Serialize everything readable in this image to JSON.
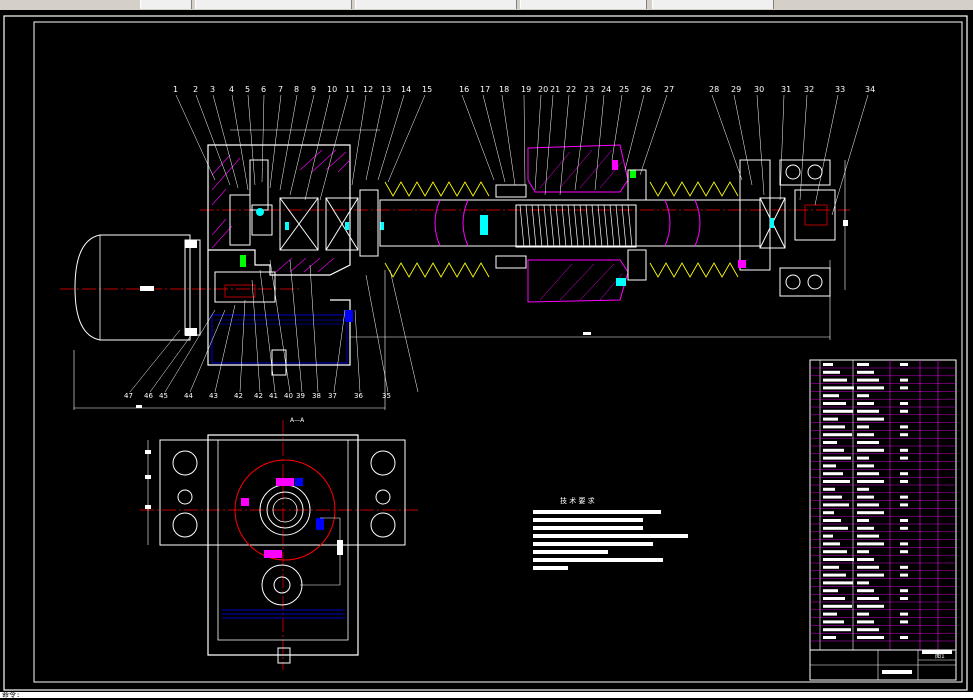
{
  "app": {
    "status_text": "命令:"
  },
  "colors": {
    "background": "#000000",
    "line_white": "#ffffff",
    "line_red": "#ff0000",
    "line_magenta": "#ff00ff",
    "line_cyan": "#00ffff",
    "line_blue": "#0000ff",
    "line_yellow": "#ffff00",
    "line_green": "#00ff00"
  },
  "drawing": {
    "balloon_labels_top": [
      "1",
      "2",
      "3",
      "4",
      "5",
      "6",
      "7",
      "8",
      "9",
      "10",
      "11",
      "12",
      "13",
      "14",
      "15",
      "16",
      "17",
      "18",
      "19",
      "20",
      "21",
      "22",
      "23",
      "24",
      "25",
      "26",
      "27",
      "28",
      "29",
      "30",
      "31",
      "32",
      "33",
      "34"
    ],
    "balloon_labels_bottom": [
      "47",
      "46",
      "45",
      "44",
      "43",
      "42",
      "42",
      "41",
      "40",
      "39",
      "38",
      "37",
      "36",
      "35"
    ],
    "section_label": "A—A",
    "tech_requirements_title": "技 术 要 求",
    "title_block_label": "图1"
  }
}
